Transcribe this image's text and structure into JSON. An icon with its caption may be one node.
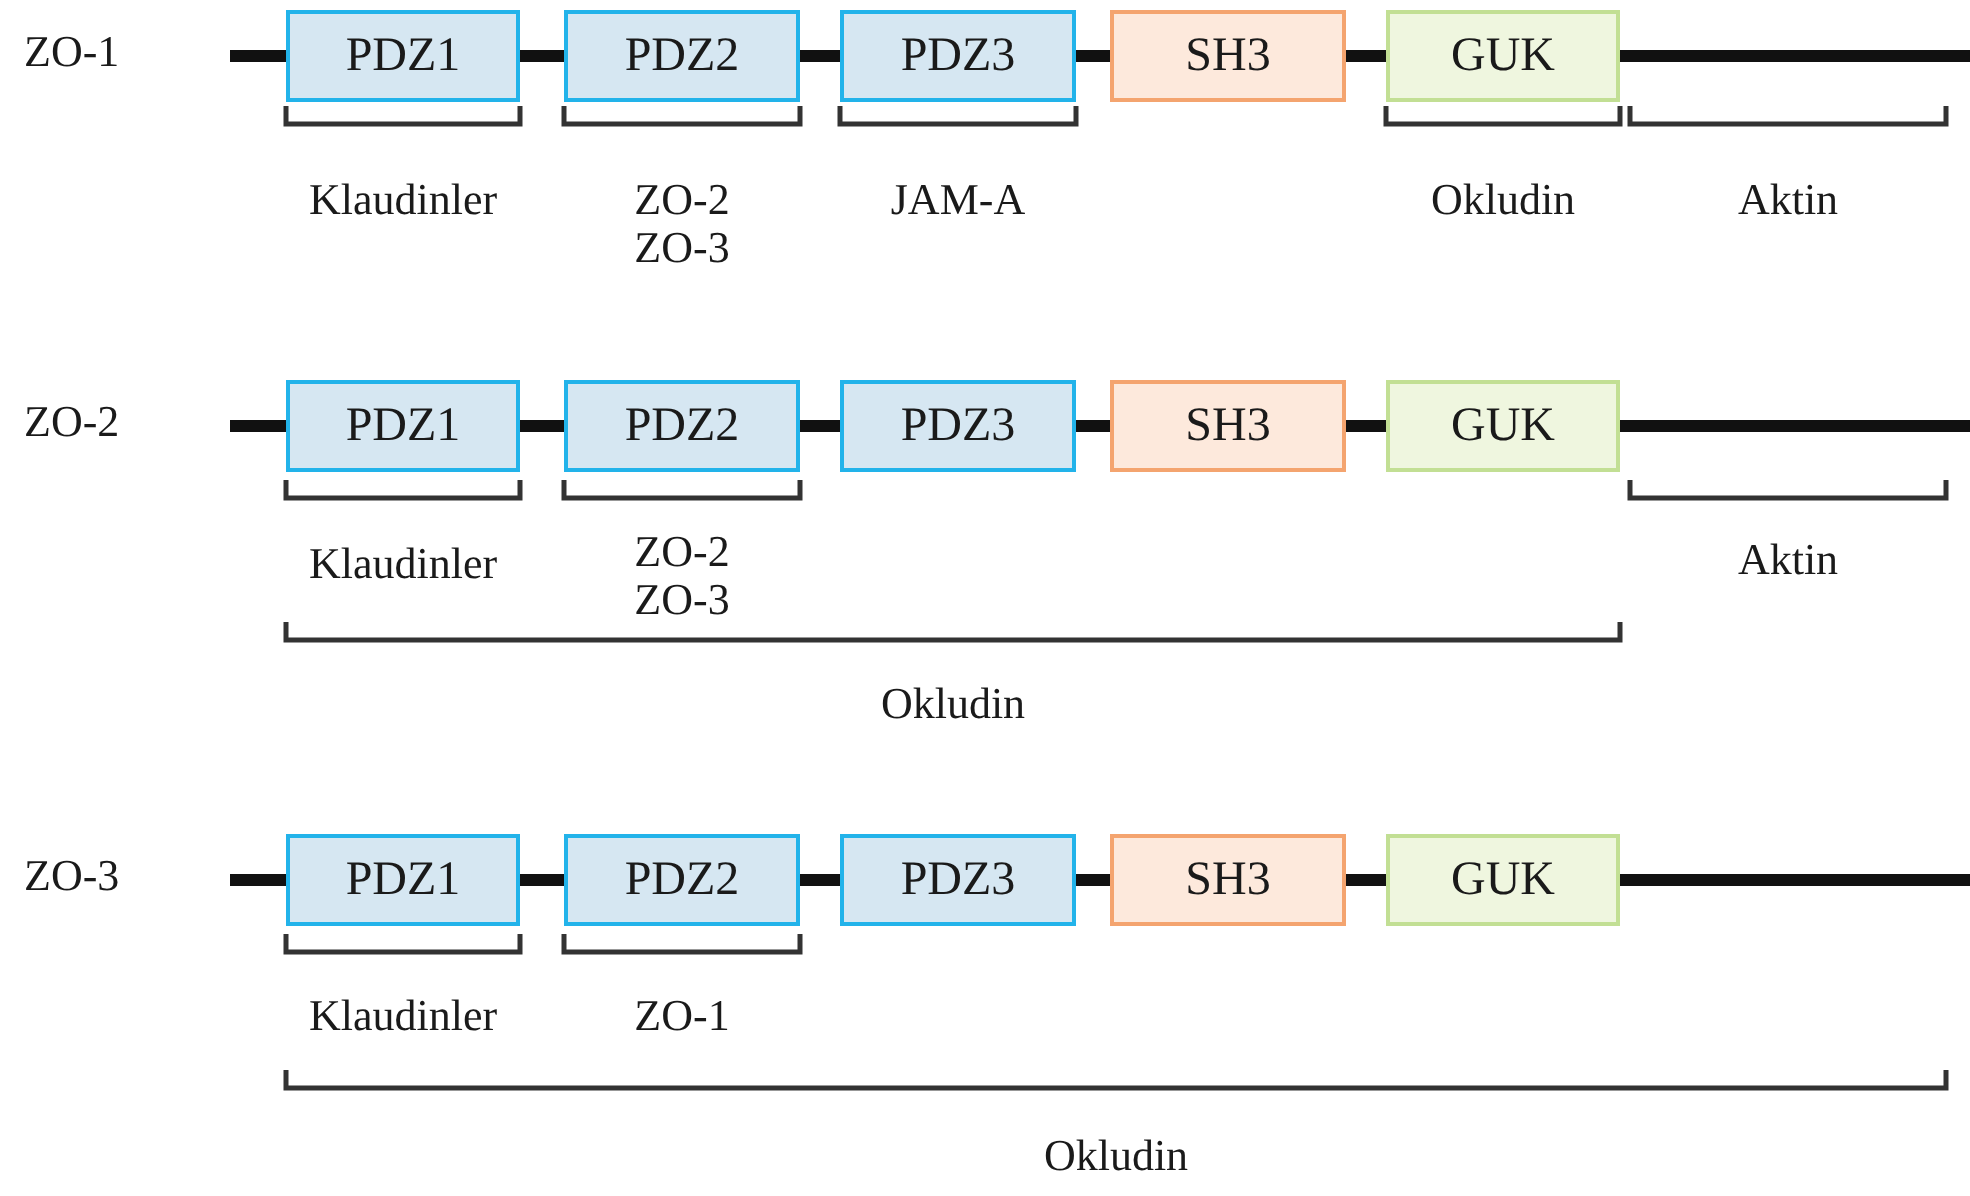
{
  "diagram": {
    "nodes": [
      {
        "text": [
          "PDZ1"
        ]
      },
      {
        "text": [
          "PDZ2"
        ]
      },
      {
        "text": [
          "PDZ3"
        ]
      },
      {
        "text": [
          "SH3"
        ]
      },
      {
        "text": [
          "GUK"
        ]
      },
      {
        "text": [
          "PDZ1"
        ]
      },
      {
        "text": [
          "PDZ2"
        ]
      },
      {
        "text": [
          "PDZ3"
        ]
      },
      {
        "text": [
          "SH3"
        ]
      },
      {
        "text": [
          "GUK"
        ]
      },
      {
        "text": [
          "PDZ1"
        ]
      },
      {
        "text": [
          "PDZ2"
        ]
      },
      {
        "text": [
          "PDZ3"
        ]
      },
      {
        "text": [
          "SH3"
        ]
      },
      {
        "text": [
          "GUK"
        ]
      }
    ],
    "edges": [
      {
        "from": null,
        "to": 0,
        "arrow": "none"
      },
      {
        "from": 0,
        "to": 1,
        "arrow": "none"
      },
      {
        "from": 1,
        "to": 2,
        "arrow": "none"
      },
      {
        "from": 2,
        "to": 3,
        "arrow": "none"
      },
      {
        "from": 3,
        "to": 4,
        "arrow": "none"
      },
      {
        "from": 4,
        "to": null,
        "arrow": "none"
      },
      {
        "from": null,
        "to": 5,
        "arrow": "none"
      },
      {
        "from": 5,
        "to": 6,
        "arrow": "none"
      },
      {
        "from": 6,
        "to": 7,
        "arrow": "none"
      },
      {
        "from": 7,
        "to": 8,
        "arrow": "none"
      },
      {
        "from": 8,
        "to": 9,
        "arrow": "none"
      },
      {
        "from": 9,
        "to": null,
        "arrow": "none"
      },
      {
        "from": null,
        "to": 10,
        "arrow": "none"
      },
      {
        "from": 10,
        "to": 11,
        "arrow": "none"
      },
      {
        "from": 11,
        "to": 12,
        "arrow": "none"
      },
      {
        "from": 12,
        "to": 13,
        "arrow": "none"
      },
      {
        "from": 13,
        "to": 14,
        "arrow": "none"
      },
      {
        "from": 14,
        "to": null,
        "arrow": "none"
      }
    ],
    "labels": [
      "ZO-1",
      "Klaudinler",
      "ZO-2 ZO-3",
      "JAM-A",
      "Okludin",
      "Aktin",
      "ZO-2",
      "Klaudinler",
      "ZO-2 ZO-3",
      "Aktin",
      "Okludin",
      "ZO-3",
      "Klaudinler",
      "ZO-1",
      "Okludin"
    ]
  }
}
